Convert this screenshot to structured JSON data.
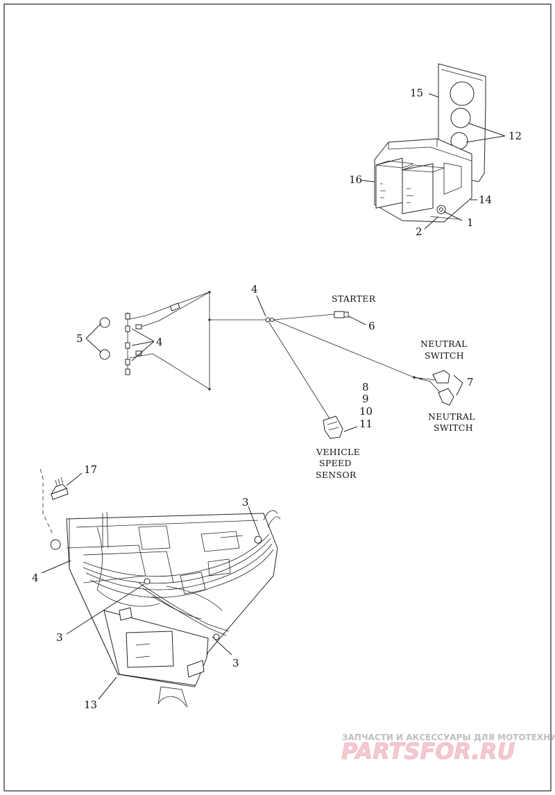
{
  "callouts": {
    "c1": "1",
    "c2": "2",
    "c12": "12",
    "c14": "14",
    "c15": "15",
    "c16": "16",
    "c4_top": "4",
    "c4_mid": "4",
    "c4_left": "4",
    "c5": "5",
    "c6": "6",
    "c7": "7",
    "c8": "8",
    "c9": "9",
    "c10": "10",
    "c11": "11",
    "c3_a": "3",
    "c3_b": "3",
    "c3_c": "3",
    "c13": "13",
    "c17": "17"
  },
  "labels": {
    "starter": "STARTER",
    "neutral_switch_top": [
      "NEUTRAL",
      "SWITCH"
    ],
    "neutral_switch_bottom": [
      "NEUTRAL",
      "SWITCH"
    ],
    "vehicle_speed_sensor": [
      "VEHICLE",
      "SPEED",
      "SENSOR"
    ]
  },
  "watermark": {
    "tagline": "ЗАПЧАСТИ И АКСЕССУАРЫ ДЛЯ МОТОТЕХНИКИ",
    "logo": "PARTSFOR.RU"
  }
}
